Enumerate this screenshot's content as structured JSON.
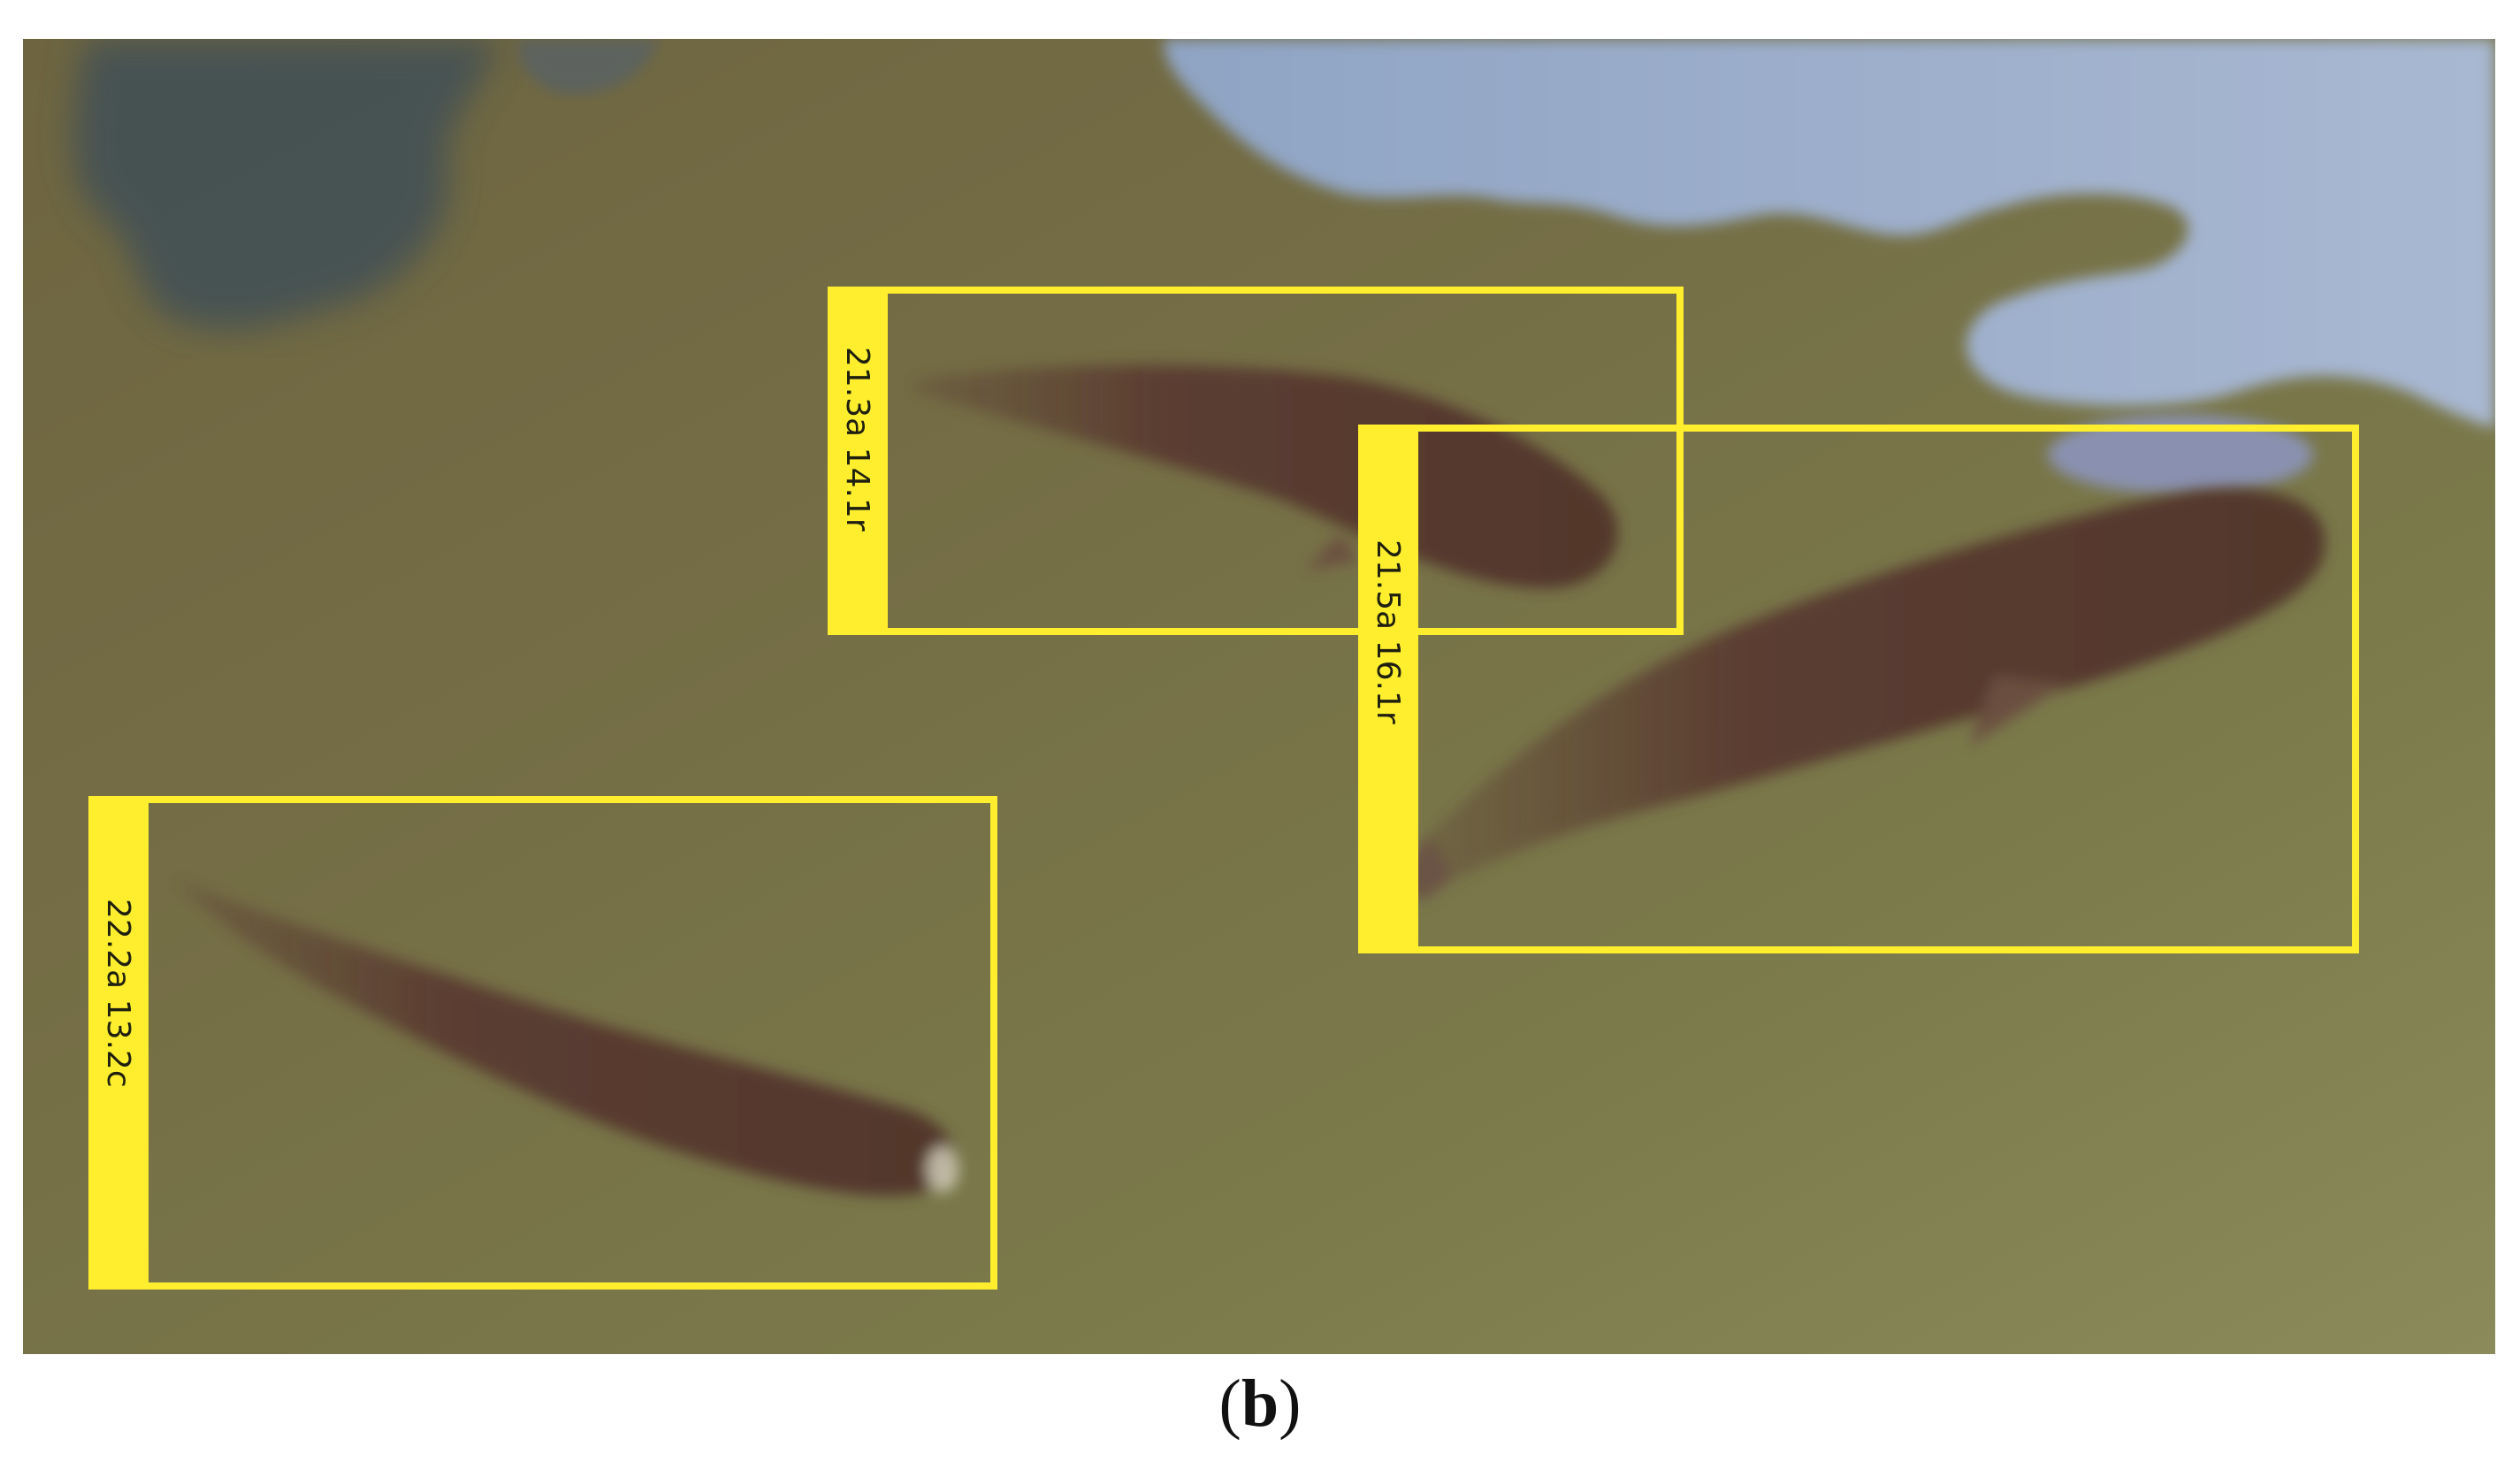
{
  "scene": {
    "description_icon": "underwater-fish-photo",
    "box_color": "#ffee2e",
    "detections": [
      {
        "id": "fish-1",
        "label": "21.3a 14.1r"
      },
      {
        "id": "fish-2",
        "label": "21.5a 16.1r"
      },
      {
        "id": "fish-3",
        "label": "22.2a 13.2c"
      }
    ]
  },
  "caption": {
    "open": "(",
    "letter": "b",
    "close": ")"
  }
}
